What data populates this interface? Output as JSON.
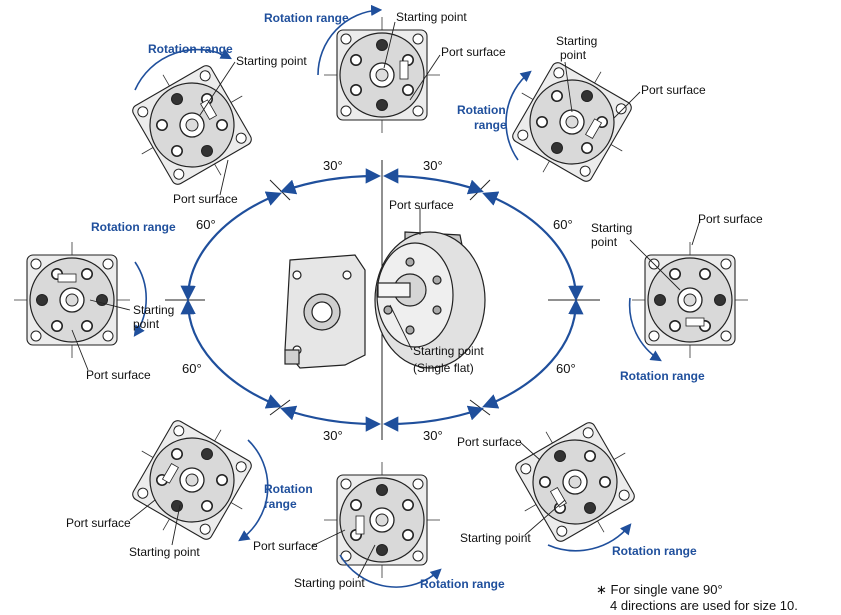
{
  "labels": {
    "rotation_range": "Rotation range",
    "rotation_line1": "Rotation",
    "rotation_line2": "range",
    "starting_point": "Starting point",
    "starting_line1": "Starting",
    "starting_line2": "point",
    "port_surface": "Port surface",
    "center_start_line1": "Starting point",
    "center_start_line2": "(Single flat)"
  },
  "angles": {
    "top_left": "30°",
    "top_right": "30°",
    "mid_left_top": "60°",
    "mid_right_top": "60°",
    "mid_left_bottom": "60°",
    "mid_right_bottom": "60°",
    "bottom_left": "30°",
    "bottom_right": "30°"
  },
  "note": {
    "line1": "∗ For single vane 90°",
    "line2": "4 directions are used for size 10."
  },
  "colors": {
    "accent": "#1f4f9c",
    "body_fill": "#d9d9d9",
    "body_stroke": "#222222"
  }
}
